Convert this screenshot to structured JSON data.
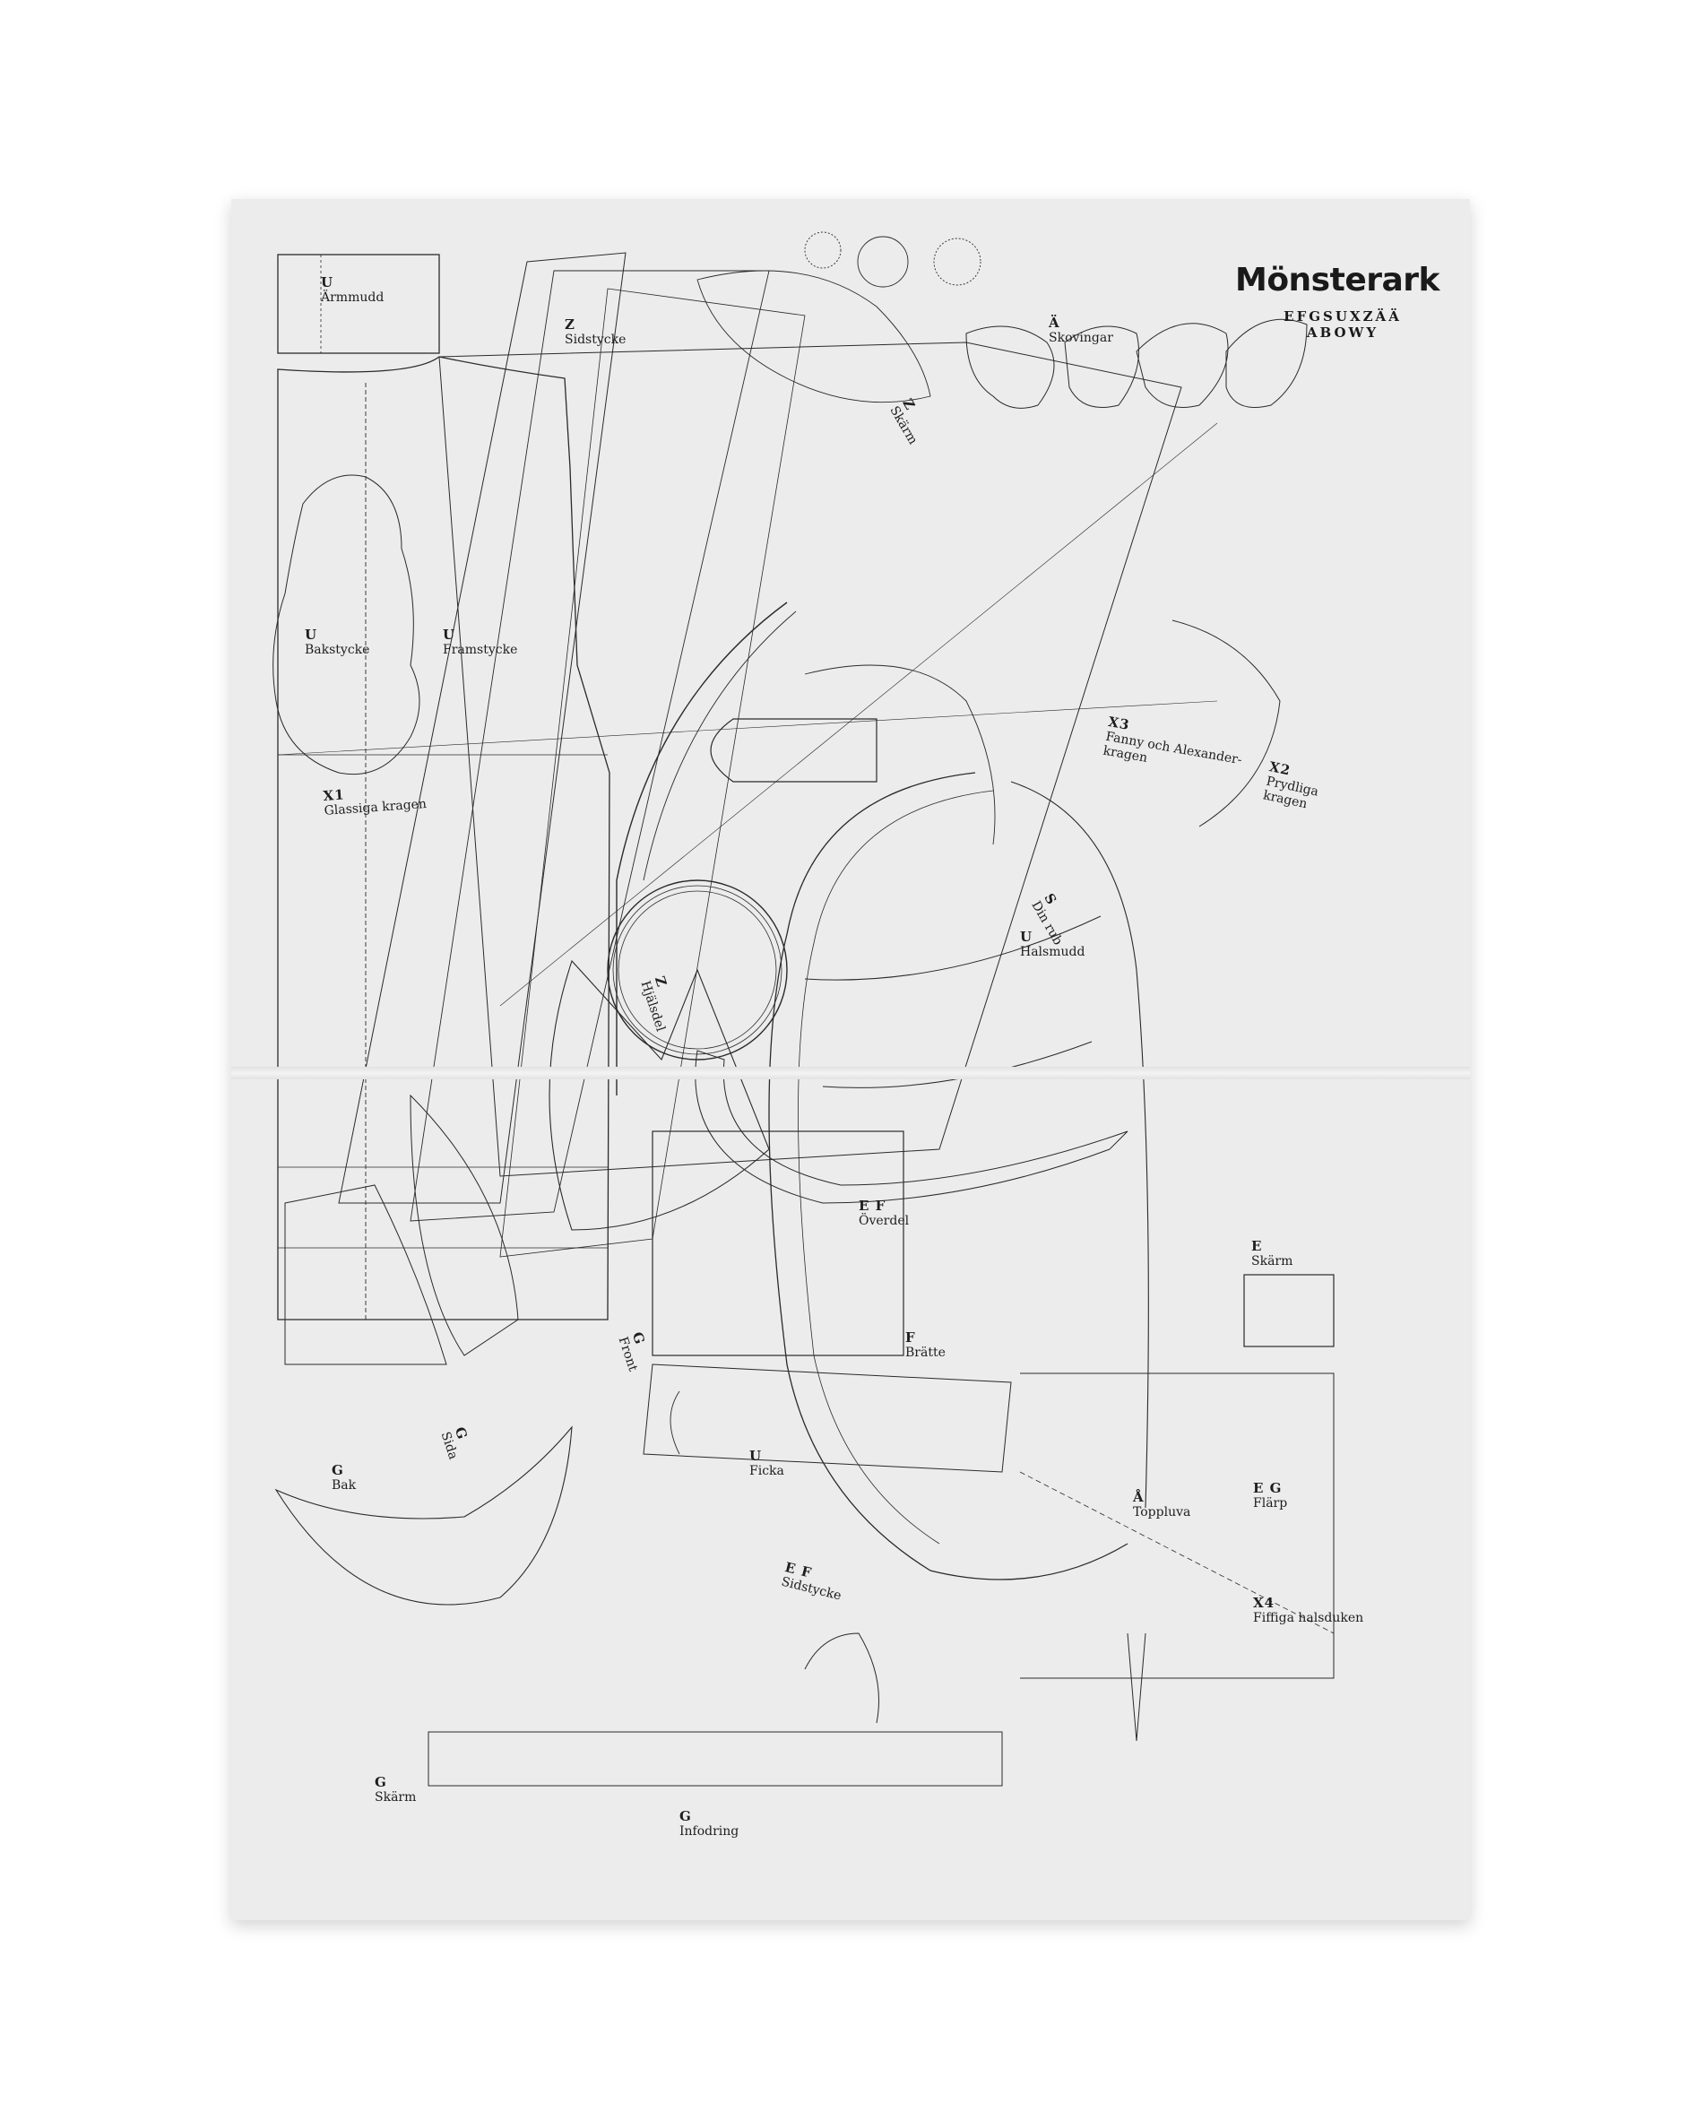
{
  "sheet": {
    "title": "Mönsterark",
    "letters_line1": "EFGSUXZÄÄ",
    "letters_line2": "ABOWY"
  },
  "pieces": [
    {
      "code": "U",
      "name": "Ärmmudd"
    },
    {
      "code": "Z",
      "name": "Sidstycke"
    },
    {
      "code": "Ä",
      "name": "Skovingar"
    },
    {
      "code": "Z",
      "name": "Skärm"
    },
    {
      "code": "U",
      "name": "Bakstycke"
    },
    {
      "code": "U",
      "name": "Framstycke"
    },
    {
      "code": "X1",
      "name": "Glassiga kragen"
    },
    {
      "code": "X3",
      "name": "Fanny och Alexander-kragen"
    },
    {
      "code": "X2",
      "name": "Prydliga kragen"
    },
    {
      "code": "S",
      "name": "Din rub"
    },
    {
      "code": "U",
      "name": "Halsmudd"
    },
    {
      "code": "Z",
      "name": "Hjälsdel"
    },
    {
      "code": "E F",
      "name": "Överdel"
    },
    {
      "code": "E",
      "name": "Skärm"
    },
    {
      "code": "G",
      "name": "Front"
    },
    {
      "code": "F",
      "name": "Brätte"
    },
    {
      "code": "G",
      "name": "Sida"
    },
    {
      "code": "G",
      "name": "Bak"
    },
    {
      "code": "U",
      "name": "Ficka"
    },
    {
      "code": "Å",
      "name": "Toppluva"
    },
    {
      "code": "E G",
      "name": "Flärp"
    },
    {
      "code": "E F",
      "name": "Sidstycke"
    },
    {
      "code": "X4",
      "name": "Fiffiga halsduken"
    },
    {
      "code": "G",
      "name": "Skärm"
    },
    {
      "code": "G",
      "name": "Infodring"
    }
  ]
}
